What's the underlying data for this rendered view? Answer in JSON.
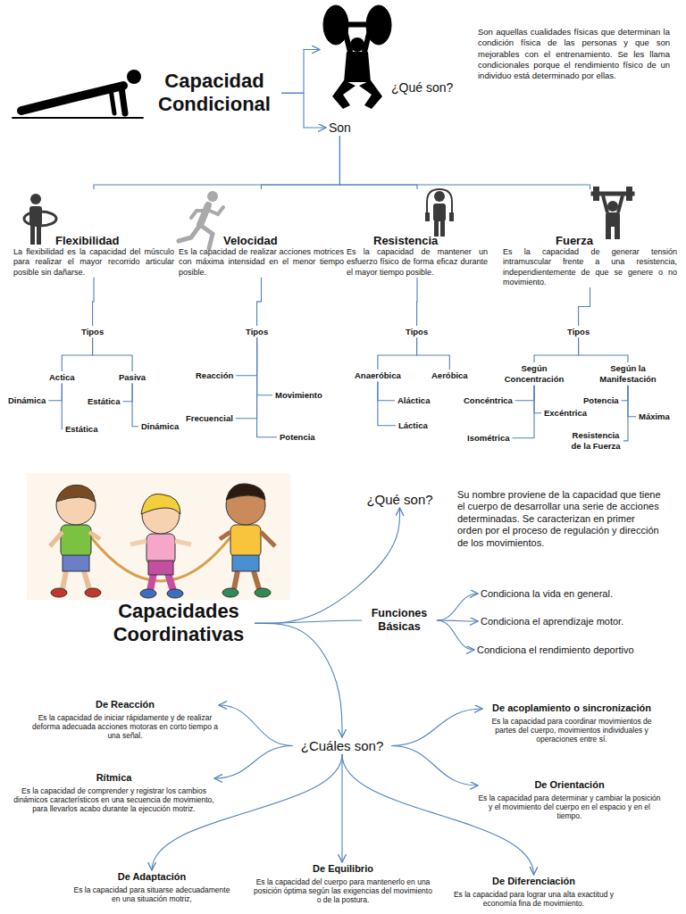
{
  "diagram": {
    "nodes": [
      {
        "text": [
          "Capacidad Condicional"
        ]
      },
      {
        "text": [
          "¿Qué son?"
        ]
      },
      {
        "text": [
          "Son aquellas cualidades físicas que determinan la condición física de las personas y que son mejorables con el entrenamiento. Se les llama condicionales porque el rendimiento físico de un individuo está determinado por ellas."
        ]
      },
      {
        "text": [
          "Son"
        ]
      },
      {
        "text": [
          "Flexibilidad",
          "La flexibilidad es la capacidad del músculo para realizar el mayor recorrido articular posible sin dañarse."
        ]
      },
      {
        "text": [
          "Velocidad",
          "Es la capacidad de realizar acciones motrices con máxima intensidad en el menor tiempo posible."
        ]
      },
      {
        "text": [
          "Resistencia",
          "Es la capacidad de mantener un esfuerzo físico de forma eficaz durante el mayor tiempo posible."
        ]
      },
      {
        "text": [
          "Fuerza",
          "Es la capacidad de generar tensión intramuscular frente a una resistencia, independientemente de que se genere o no movimiento."
        ]
      },
      {
        "text": [
          "Tipos"
        ]
      },
      {
        "text": [
          "Actica"
        ]
      },
      {
        "text": [
          "Pasiva"
        ]
      },
      {
        "text": [
          "Dinámica"
        ]
      },
      {
        "text": [
          "Estática"
        ]
      },
      {
        "text": [
          "Estática"
        ]
      },
      {
        "text": [
          "Dinámica"
        ]
      },
      {
        "text": [
          "Tipos"
        ]
      },
      {
        "text": [
          "Reacción"
        ]
      },
      {
        "text": [
          "Frecuencial"
        ]
      },
      {
        "text": [
          "Movimiento"
        ]
      },
      {
        "text": [
          "Potencia"
        ]
      },
      {
        "text": [
          "Tipos"
        ]
      },
      {
        "text": [
          "Anaeróbica"
        ]
      },
      {
        "text": [
          "Aeróbica"
        ]
      },
      {
        "text": [
          "Aláctica"
        ]
      },
      {
        "text": [
          "Láctica"
        ]
      },
      {
        "text": [
          "Tipos"
        ]
      },
      {
        "text": [
          "Según Concentración"
        ]
      },
      {
        "text": [
          "Según la Manifestación"
        ]
      },
      {
        "text": [
          "Concéntrica"
        ]
      },
      {
        "text": [
          "Excéntrica"
        ]
      },
      {
        "text": [
          "Isométrica"
        ]
      },
      {
        "text": [
          "Potencia"
        ]
      },
      {
        "text": [
          "Máxima"
        ]
      },
      {
        "text": [
          "Resistencia de la Fuerza"
        ]
      },
      {
        "text": [
          "Capacidades Coordinativas"
        ]
      },
      {
        "text": [
          "¿Qué son?"
        ]
      },
      {
        "text": [
          "Su nombre proviene de la capacidad que tiene el cuerpo de desarrollar una serie de acciones determinadas. Se caracterizan en primer orden por el proceso de regulación y dirección de los movimientos."
        ]
      },
      {
        "text": [
          "Funciones Básicas"
        ]
      },
      {
        "text": [
          "Condiciona la vida en general."
        ]
      },
      {
        "text": [
          "Condiciona el aprendizaje motor."
        ]
      },
      {
        "text": [
          "Condiciona el rendimiento deportivo"
        ]
      },
      {
        "text": [
          "¿Cuáles son?"
        ]
      },
      {
        "text": [
          "De Reacción",
          "Es la capacidad de iniciar rápidamente y de realizar deforma adecuada acciones motoras en corto tiempo a una señal."
        ]
      },
      {
        "text": [
          "Rítmica",
          "Es la capacidad de comprender y registrar los cambios dinámicos característicos en una secuencia de movimiento, para llevarlos acabo durante la ejecución motriz."
        ]
      },
      {
        "text": [
          "De Adaptación",
          "Es la capacidad para situarse adecuadamente en una situación motriz,"
        ]
      },
      {
        "text": [
          "De Equilibrio",
          "Es la capacidad del cuerpo para mantenerlo en una posición óptima según las exigencias del movimiento o de la postura."
        ]
      },
      {
        "text": [
          "De Diferenciación",
          "Es la capacidad para lograr una alta exactitud y economía fina de movimiento."
        ]
      },
      {
        "text": [
          "De acoplamiento o sincronización",
          "Es la capacidad para coordinar movimientos de partes del cuerpo, movimientos individuales y operaciones entre sí."
        ]
      },
      {
        "text": [
          "De Orientación",
          "Es la capacidad para determinar y cambiar la posición y el movimiento del cuerpo en el espacio y en el tiempo."
        ]
      }
    ],
    "edges": [
      {
        "from": 0,
        "to": 1,
        "arrow": "to"
      },
      {
        "from": 0,
        "to": 3,
        "arrow": "to"
      },
      {
        "from": 3,
        "to": 4,
        "arrow": "none"
      },
      {
        "from": 3,
        "to": 5,
        "arrow": "none"
      },
      {
        "from": 3,
        "to": 6,
        "arrow": "none"
      },
      {
        "from": 3,
        "to": 7,
        "arrow": "none"
      },
      {
        "from": 4,
        "to": 8,
        "arrow": "none"
      },
      {
        "from": 8,
        "to": 9,
        "arrow": "none"
      },
      {
        "from": 8,
        "to": 10,
        "arrow": "none"
      },
      {
        "from": 9,
        "to": 11,
        "arrow": "none"
      },
      {
        "from": 9,
        "to": 12,
        "arrow": "none"
      },
      {
        "from": 10,
        "to": 13,
        "arrow": "none"
      },
      {
        "from": 10,
        "to": 14,
        "arrow": "none"
      },
      {
        "from": 5,
        "to": 15,
        "arrow": "none"
      },
      {
        "from": 15,
        "to": 16,
        "arrow": "none"
      },
      {
        "from": 15,
        "to": 17,
        "arrow": "none"
      },
      {
        "from": 15,
        "to": 18,
        "arrow": "none"
      },
      {
        "from": 15,
        "to": 19,
        "arrow": "none"
      },
      {
        "from": 6,
        "to": 20,
        "arrow": "none"
      },
      {
        "from": 20,
        "to": 21,
        "arrow": "none"
      },
      {
        "from": 20,
        "to": 22,
        "arrow": "none"
      },
      {
        "from": 21,
        "to": 23,
        "arrow": "none"
      },
      {
        "from": 21,
        "to": 24,
        "arrow": "none"
      },
      {
        "from": 7,
        "to": 25,
        "arrow": "none"
      },
      {
        "from": 25,
        "to": 26,
        "arrow": "none"
      },
      {
        "from": 25,
        "to": 27,
        "arrow": "none"
      },
      {
        "from": 26,
        "to": 28,
        "arrow": "none"
      },
      {
        "from": 26,
        "to": 29,
        "arrow": "none"
      },
      {
        "from": 26,
        "to": 30,
        "arrow": "none"
      },
      {
        "from": 27,
        "to": 31,
        "arrow": "none"
      },
      {
        "from": 27,
        "to": 32,
        "arrow": "none"
      },
      {
        "from": 27,
        "to": 33,
        "arrow": "none"
      },
      {
        "from": 34,
        "to": 35,
        "arrow": "to"
      },
      {
        "from": 34,
        "to": 37,
        "arrow": "none"
      },
      {
        "from": 37,
        "to": 38,
        "arrow": "to"
      },
      {
        "from": 37,
        "to": 39,
        "arrow": "to"
      },
      {
        "from": 37,
        "to": 40,
        "arrow": "to"
      },
      {
        "from": 34,
        "to": 41,
        "arrow": "to"
      },
      {
        "from": 41,
        "to": 42,
        "arrow": "to"
      },
      {
        "from": 41,
        "to": 43,
        "arrow": "to"
      },
      {
        "from": 41,
        "to": 44,
        "arrow": "to"
      },
      {
        "from": 41,
        "to": 45,
        "arrow": "to"
      },
      {
        "from": 41,
        "to": 46,
        "arrow": "to"
      },
      {
        "from": 41,
        "to": 47,
        "arrow": "to"
      },
      {
        "from": 41,
        "to": 48,
        "arrow": "to"
      }
    ]
  }
}
